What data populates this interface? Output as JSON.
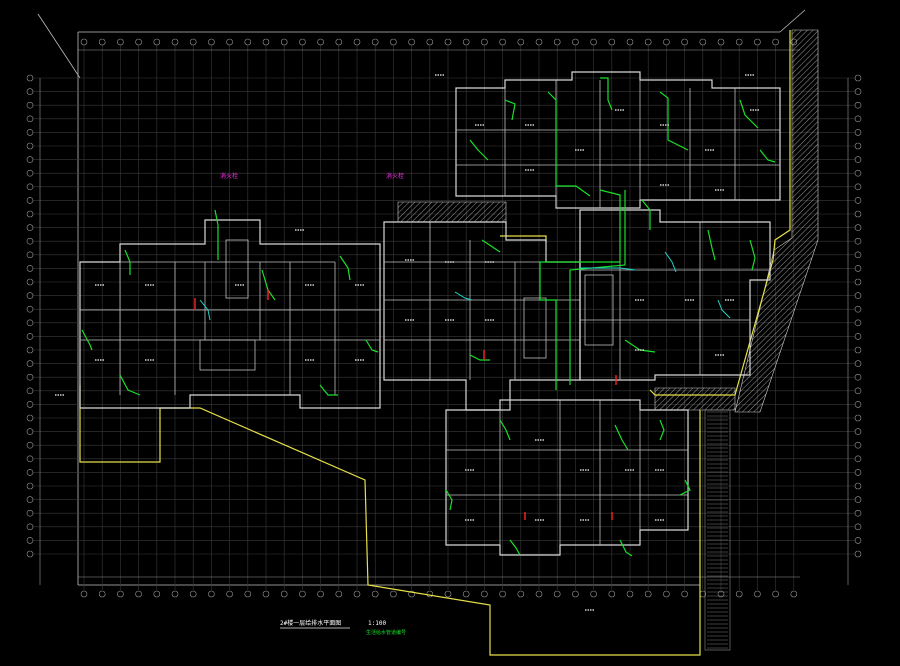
{
  "drawing": {
    "title": "2#楼一层给排水平面图",
    "scale": "1:100",
    "note": "生活给水管道编号  ",
    "labels_magenta": [
      "消火栓",
      "消火栓"
    ],
    "colors": {
      "background": "#000000",
      "walls": "#d8d8d8",
      "supply_pipe": "#19e02a",
      "drain_pipe": "#1fd6c9",
      "boundary": "#e6e04a",
      "fire": "#ff2ef2"
    }
  }
}
